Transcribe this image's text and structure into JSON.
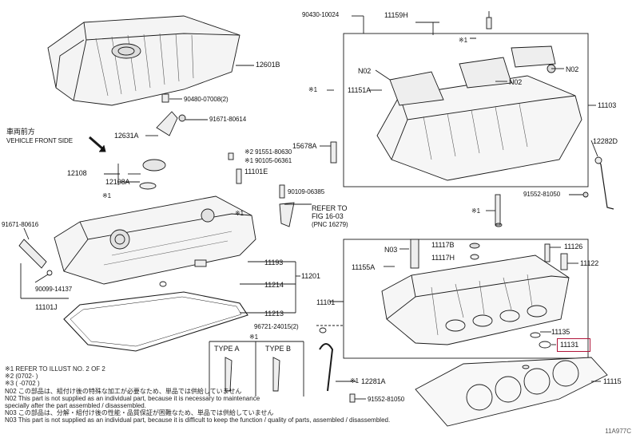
{
  "diagram": {
    "parts": {
      "p12601B": "12601B",
      "p90480": "90480-07008(2)",
      "p91671_80614": "91671-80614",
      "p12631A": "12631A",
      "p90430": "90430-10024",
      "p11159H": "11159H",
      "pN02a": "N02",
      "pN02b": "N02",
      "pN02c": "N02",
      "p11151A": "11151A",
      "p11103": "11103",
      "p15678A": "15678A",
      "p12282D": "12282D",
      "p91551": "※2 91551-80630",
      "p90105": "※1 90105-06361",
      "p11101E": "11101E",
      "p12108": "12108",
      "p12108A": "12108A",
      "p90109": "90109-06385",
      "p91552_81050a": "91552-81050",
      "p91671_80616": "91671-80616",
      "p90099": "90099-14137",
      "p11101J": "11101J",
      "p11193": "11193",
      "p11214": "11214",
      "p11201": "11201",
      "p11213": "11213",
      "p96721": "96721-24015(2)",
      "pN03": "N03",
      "p11117B": "11117B",
      "p11117H": "11117H",
      "p11126": "11126",
      "p11122": "11122",
      "p11155A": "11155A",
      "p11101": "11101",
      "p11135": "11135",
      "p11131": "11131",
      "p12281A": "12281A",
      "p91552_81050b": "91552-81050",
      "p11115": "11115"
    },
    "refer": {
      "line1": "REFER TO",
      "line2": "FIG 16-03",
      "line3": "(PNC 16279)"
    },
    "vehicle_front": {
      "jp": "車両前方",
      "en": "VEHICLE FRONT SIDE"
    },
    "types": {
      "a": "TYPE A",
      "b": "TYPE B"
    },
    "marks": {
      "m1": "※1",
      "m2": "※2",
      "m3": "※1",
      "m4": "※1",
      "m5": "※1",
      "m6": "※1",
      "m7": "※1",
      "m8": "※1"
    },
    "notes": [
      "※1    REFER TO ILLUST NO. 2 OF 2",
      "※2         (0702- )",
      "※3    ( -0702 )",
      "N02   この部品は、組付け後の特殊な加工が必要なため、単品では供給していません",
      "N02   This part is not supplied as an individual part, because it is necessary to maintenance",
      "           specially after the part assembled / disassembled.",
      "N03   この部品は、分解・組付け後の性能・品質保証が困難なため、単品では供給していません",
      "N03   This part is not supplied as an individual part, because it is difficult to keep the function / quality of parts, assembled / disassembled."
    ],
    "figure_id": "11A977C",
    "highlight_color": "#b0153a"
  }
}
